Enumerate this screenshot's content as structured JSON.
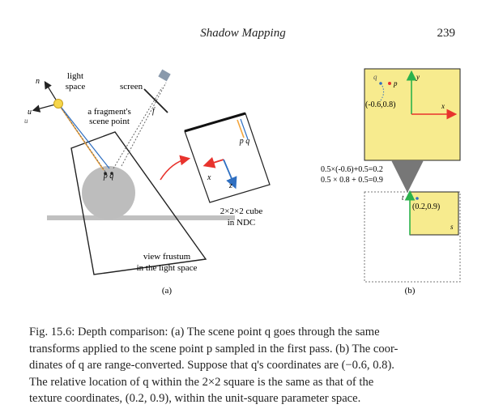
{
  "header": {
    "title": "Shadow Mapping",
    "page_number": "239"
  },
  "figure": {
    "panel_a": {
      "label": "(a)",
      "light_space": [
        "light",
        "space"
      ],
      "axis_n": "n",
      "axis_u": "u",
      "axis_u2": "u",
      "screen": "screen",
      "fragment_label": [
        "a fragment's",
        "scene point"
      ],
      "f_label": "f",
      "pq_main": "p q",
      "pq_cube": "p q",
      "cube_z": "z",
      "cube_x": "x",
      "cube_caption": [
        "2×2×2 cube",
        "in NDC"
      ],
      "frustum_caption": [
        "view frustum",
        "in the light space"
      ]
    },
    "panel_b": {
      "label": "(b)",
      "top_q": "q",
      "top_p": "p",
      "top_y": "y",
      "top_x": "x",
      "top_coord": "(-0.6,0.8)",
      "formula_1": "0.5×(-0.6)+0.5=0.2",
      "formula_2": "0.5 × 0.8 + 0.5=0.9",
      "bottom_t": "t",
      "bottom_coord": "(0.2,0.9)",
      "bottom_s": "s"
    }
  },
  "caption": {
    "lines": [
      "Fig. 15.6: Depth comparison: (a) The scene point q goes through the same",
      "transforms applied to the scene point p sampled in the first pass. (b) The coor-",
      "dinates of q are range-converted. Suppose that q's coordinates are (−0.6, 0.8).",
      "The relative location of q within the 2×2 square is the same as that of the",
      "texture coordinates, (0.2, 0.9), within the unit-square parameter space."
    ]
  },
  "colors": {
    "yellow_fill": "#f7eb8e",
    "green": "#2bb24c",
    "red": "#e8332d",
    "blue": "#2f6fc1",
    "orange": "#f4a53b",
    "gray": "#b5b5b5"
  }
}
